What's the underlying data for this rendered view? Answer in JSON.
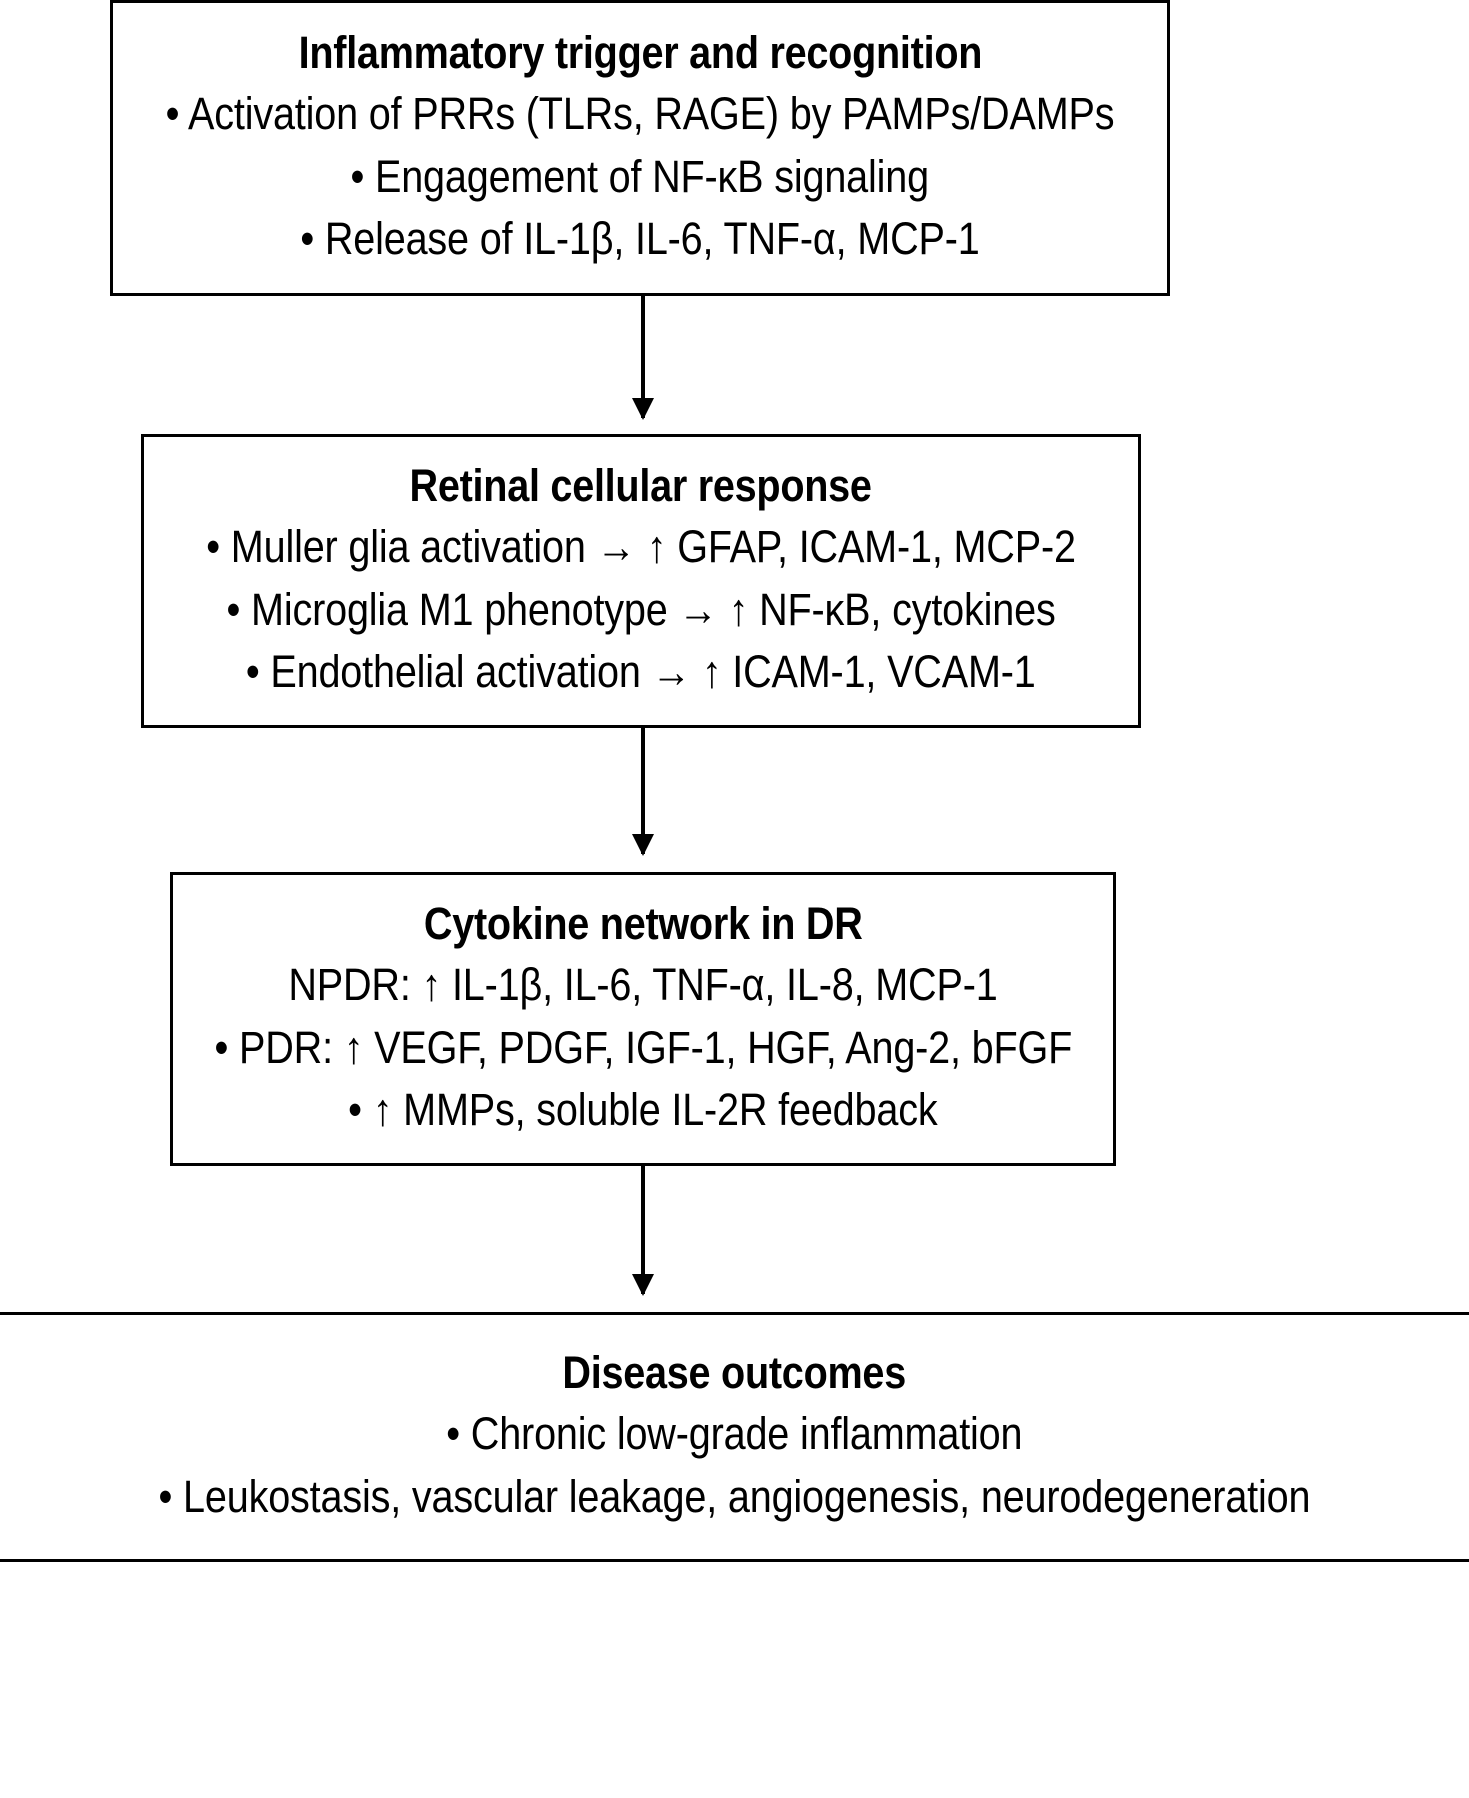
{
  "diagram": {
    "title": "Inflammatory pathway in diabetic retinopathy flowchart",
    "orientation": "vertical",
    "connector": "downward-arrow",
    "colors": {
      "stroke": "#000000",
      "fill": "#ffffff",
      "text": "#000000"
    },
    "nodes": [
      {
        "id": "inflammatory-trigger-and-recognition",
        "title": "Inflammatory trigger and recognition",
        "lines": [
          "• Activation of PRRs (TLRs, RAGE) by PAMPs/DAMPs",
          "• Engagement of NF-κB signaling",
          "• Release of IL-1β, IL-6, TNF-α, MCP-1"
        ]
      },
      {
        "id": "retinal-cellular-response",
        "title": "Retinal cellular response",
        "lines": [
          "• Muller glia activation → ↑ GFAP, ICAM-1, MCP-2",
          "• Microglia M1 phenotype → ↑ NF-κB, cytokines",
          "• Endothelial activation → ↑ ICAM-1, VCAM-1"
        ]
      },
      {
        "id": "cytokine-network-in-dr",
        "title": "Cytokine network in DR",
        "lines": [
          "NPDR: ↑ IL-1β, IL-6, TNF-α, IL-8, MCP-1",
          "• PDR: ↑ VEGF, PDGF, IGF-1, HGF, Ang-2, bFGF",
          "• ↑ MMPs, soluble IL-2R feedback"
        ]
      },
      {
        "id": "disease-outcomes",
        "title": "Disease outcomes",
        "lines": [
          "• Chronic low-grade inflammation",
          "• Leukostasis, vascular leakage, angiogenesis, neurodegeneration"
        ]
      }
    ]
  }
}
